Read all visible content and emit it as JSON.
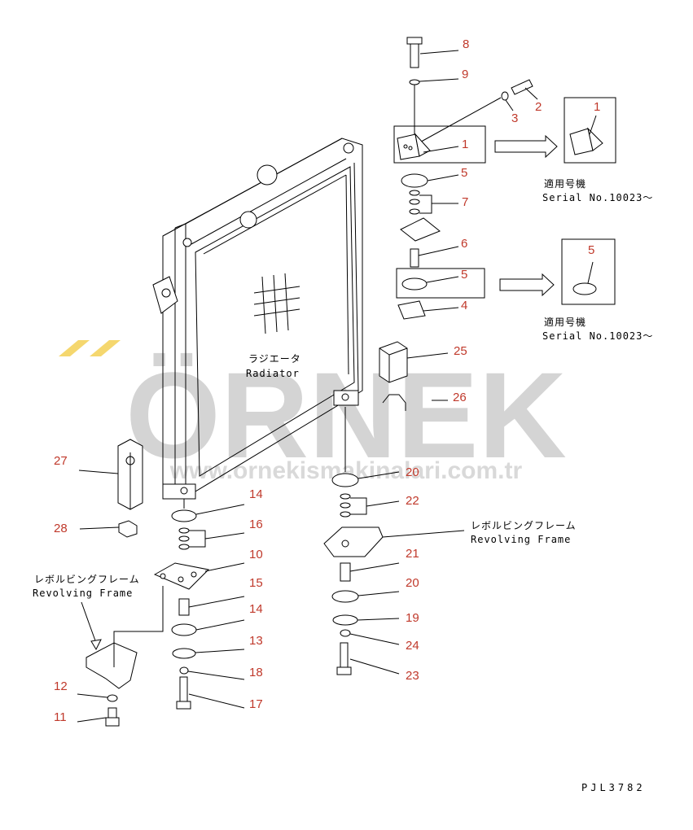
{
  "radiator_label": {
    "jp": "ラジエータ",
    "en": "Radiator"
  },
  "revolving_frame_label": {
    "jp": "レボルビングフレーム",
    "en": "Revolving Frame"
  },
  "serial_label": {
    "jp": "適用号機",
    "en": "Serial No.10023～"
  },
  "drawing_code": "PJL3782",
  "watermark": {
    "brand": "ÖRNEK",
    "url": "www.ornekismakinalari.com.tr",
    "accent_color": "#f5d76e"
  },
  "callout_color": "#c0392b",
  "callouts": {
    "c8": "8",
    "c9": "9",
    "c2": "2",
    "c3": "3",
    "c1a": "1",
    "c1b": "1",
    "c5a": "5",
    "c7": "7",
    "c6": "6",
    "c5b": "5",
    "c5c": "5",
    "c4": "4",
    "c25": "25",
    "c26": "26",
    "c27": "27",
    "c28": "28",
    "c14a": "14",
    "c16": "16",
    "c10": "10",
    "c15": "15",
    "c14b": "14",
    "c13": "13",
    "c18": "18",
    "c17": "17",
    "c12": "12",
    "c11": "11",
    "c20a": "20",
    "c22": "22",
    "c21": "21",
    "c20b": "20",
    "c19": "19",
    "c24": "24",
    "c23": "23"
  }
}
